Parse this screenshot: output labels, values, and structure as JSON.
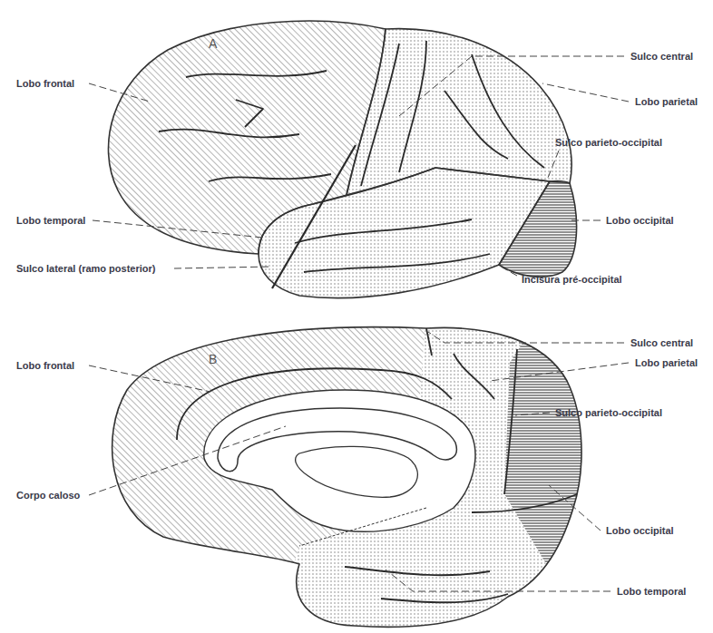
{
  "diagram": {
    "labels": [
      "A",
      "Lobo frontal",
      "Sulco central",
      "Lobo parietal",
      "Sulco parieto-occipital",
      "Lobo occipital",
      "Lobo temporal",
      "Sulco lateral (ramo posterior)",
      "Incisura pré-occipital",
      "B",
      "Sulco central",
      "Lobo frontal",
      "Lobo parietal",
      "Sulco parieto-occipital",
      "Corpo caloso",
      "Lobo occipital",
      "Lobo temporal"
    ]
  }
}
